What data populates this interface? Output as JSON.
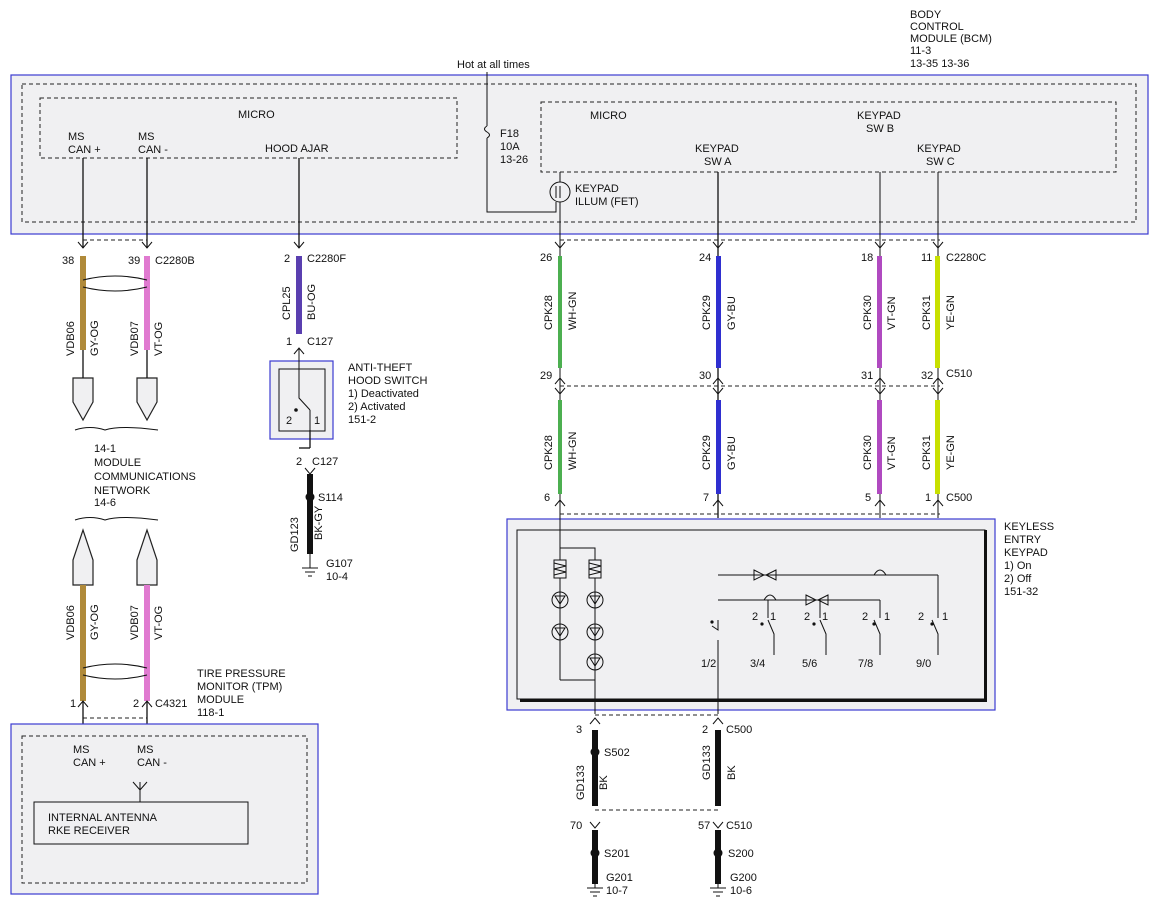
{
  "bcm": {
    "title_lines": [
      "BODY",
      "CONTROL",
      "MODULE (BCM)",
      "11-3",
      "13-35    13-36"
    ],
    "hot_label": "Hot at all times",
    "fuse": [
      "F18",
      "10A",
      "13-26"
    ],
    "micro_left": "MICRO",
    "micro_right": "MICRO",
    "ms_can_plus": [
      "MS",
      "CAN +"
    ],
    "ms_can_minus": [
      "MS",
      "CAN -"
    ],
    "hood_ajar": "HOOD AJAR",
    "keypad_sw_a": [
      "KEYPAD",
      "SW A"
    ],
    "keypad_sw_b": [
      "KEYPAD",
      "SW B"
    ],
    "keypad_sw_c": [
      "KEYPAD",
      "SW C"
    ],
    "keypad_illum": [
      "KEYPAD",
      "ILLUM (FET)"
    ]
  },
  "connectors": {
    "c2280b": "C2280B",
    "c2280f": "C2280F",
    "c2280c": "C2280C",
    "c127_top": "C127",
    "c127_bot": "C127",
    "c510_top": "C510",
    "c500_top": "C500",
    "c500_bot": "C500",
    "c510_bot": "C510",
    "c4321": "C4321"
  },
  "pins": {
    "p38": "38",
    "p39": "39",
    "p2a": "2",
    "p1a": "1",
    "p2b": "2",
    "p26": "26",
    "p24": "24",
    "p18": "18",
    "p11": "11",
    "p29": "29",
    "p30": "30",
    "p31": "31",
    "p32": "32",
    "p6": "6",
    "p7": "7",
    "p5": "5",
    "p1b": "1",
    "p3": "3",
    "p2c": "2",
    "p70": "70",
    "p57": "57",
    "p1c": "1",
    "p2d": "2"
  },
  "wires": {
    "vdb06": "VDB06",
    "gy_og": "GY-OG",
    "vdb07": "VDB07",
    "vt_og": "VT-OG",
    "cpl25": "CPL25",
    "bu_og": "BU-OG",
    "gd123": "GD123",
    "bk_gy": "BK-GY",
    "cpk28": "CPK28",
    "wh_gn": "WH-GN",
    "cpk29": "CPK29",
    "gy_bu": "GY-BU",
    "cpk30": "CPK30",
    "vt_gn": "VT-GN",
    "cpk31": "CPK31",
    "ye_gn": "YE-GN",
    "gd133": "GD133",
    "bk": "BK"
  },
  "hood_switch": {
    "lines": [
      "ANTI-THEFT",
      "HOOD SWITCH",
      "1) Deactivated",
      "2) Activated",
      "151-2"
    ],
    "pos2": "2",
    "pos1": "1"
  },
  "splices": {
    "s114": "S114",
    "s502": "S502",
    "s201": "S201",
    "s200": "S200"
  },
  "grounds": {
    "g107": [
      "G107",
      "10-4"
    ],
    "g201": [
      "G201",
      "10-7"
    ],
    "g200": [
      "G200",
      "10-6"
    ]
  },
  "network": {
    "lines": [
      "14-1",
      "MODULE",
      "COMMUNICATIONS",
      "NETWORK",
      "14-6"
    ]
  },
  "tpm": {
    "lines": [
      "TIRE PRESSURE",
      "MONITOR (TPM)",
      "MODULE",
      "118-1"
    ],
    "ms_can_plus": [
      "MS",
      "CAN +"
    ],
    "ms_can_minus": [
      "MS",
      "CAN -"
    ],
    "antenna": [
      "INTERNAL ANTENNA",
      "RKE RECEIVER"
    ]
  },
  "keypad": {
    "lines": [
      "KEYLESS",
      "ENTRY",
      "KEYPAD",
      "1) On",
      "2) Off",
      "151-32"
    ],
    "switches": [
      "1/2",
      "3/4",
      "5/6",
      "7/8",
      "9/0"
    ],
    "pos2": "2",
    "pos1": "1"
  },
  "colors": {
    "module_border": "#3b3bd0",
    "module_fill": "#f0f0f2",
    "gy_og": "#b08a3a",
    "vt_og": "#e07ad0",
    "bu_og": "#5a3fb0",
    "wh_gn": "#4caf50",
    "gy_bu": "#2f2fd0",
    "vt_gn": "#b04ac0",
    "ye_gn": "#c8e000"
  }
}
